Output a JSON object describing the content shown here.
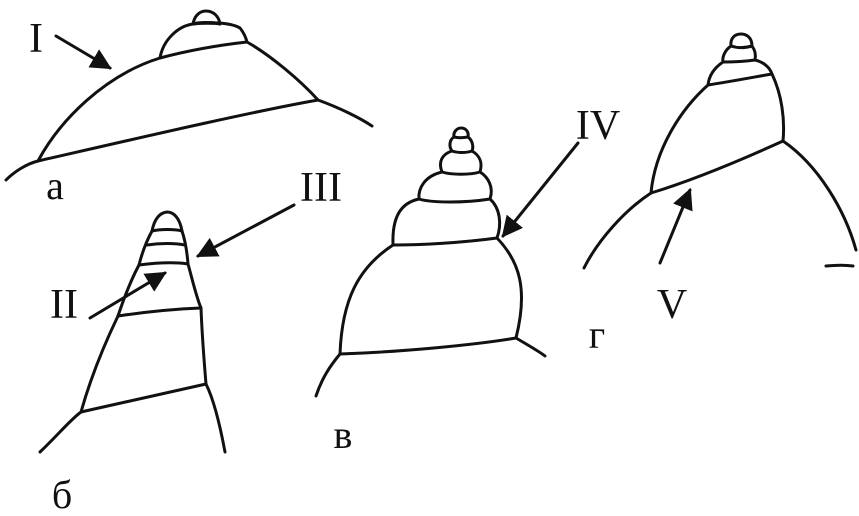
{
  "figure": {
    "panels": [
      {
        "id": "a",
        "letter": "а",
        "callouts": [
          "I"
        ]
      },
      {
        "id": "b",
        "letter": "б",
        "callouts": [
          "II",
          "III"
        ]
      },
      {
        "id": "v",
        "letter": "в",
        "callouts": [
          "IV"
        ]
      },
      {
        "id": "g",
        "letter": "г",
        "callouts": [
          "V"
        ]
      }
    ],
    "labels": {
      "I": "I",
      "II": "II",
      "III": "III",
      "IV": "IV",
      "V": "V",
      "a": "а",
      "b": "б",
      "v": "в",
      "g": "г"
    },
    "colors": {
      "ink": "#111111",
      "background": "#ffffff"
    }
  }
}
